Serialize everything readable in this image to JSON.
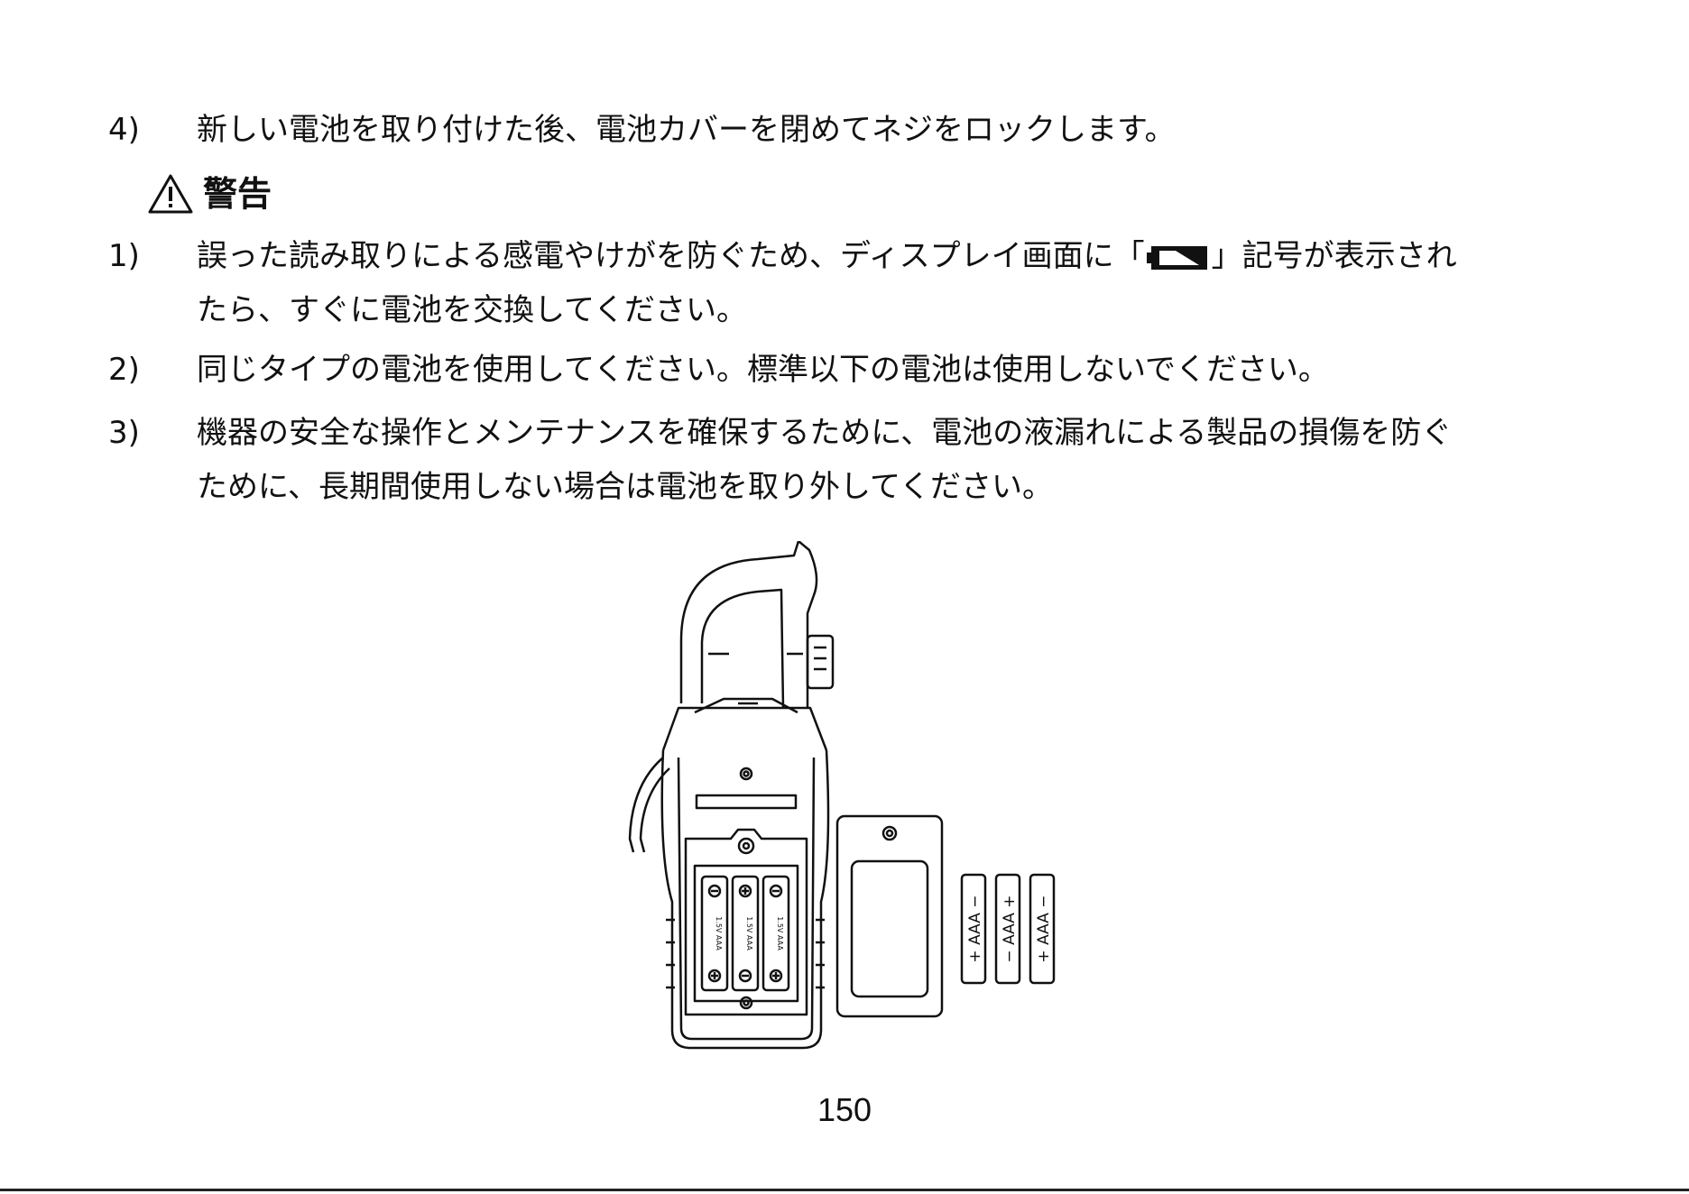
{
  "steps_top": [
    {
      "num": "4)",
      "text": "新しい電池を取り付けた後、電池カバーを閉めてネジをロックします。"
    }
  ],
  "warning": {
    "title": "警告",
    "items": [
      {
        "num": "1)",
        "line1_before": "誤った読み取りによる感電やけがを防ぐため、ディスプレイ画面に「",
        "line1_after": "」記号が表示され",
        "line2": "たら、すぐに電池を交換してください。"
      },
      {
        "num": "2)",
        "line1": "同じタイプの電池を使用してください。標準以下の電池は使用しないでください。"
      },
      {
        "num": "3)",
        "line1": "機器の安全な操作とメンテナンスを確保するために、電池の液漏れによる製品の損傷を防ぐ",
        "line2": "ために、長期間使用しない場合は電池を取り外してください。"
      }
    ]
  },
  "figure": {
    "battery_labels": [
      "+ AAA −",
      "− AAA +",
      "+ AAA −"
    ],
    "inner_battery_label": "1.5V AAA"
  },
  "page_number": "150"
}
